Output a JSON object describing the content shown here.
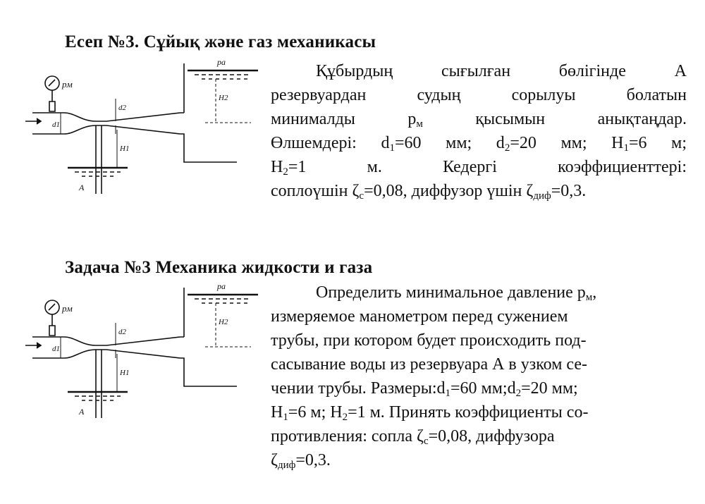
{
  "section_kz": {
    "title": "Есеп №3. Сұйық және газ механикасы",
    "lines": [
      [
        "Құбырдың сығылған бөлігінде А"
      ],
      [
        "резервуардан судың сорылуы болатын"
      ],
      [
        "минималды р",
        "м",
        " қысымын анықтаңдар."
      ],
      [
        "Өлшемдері: d",
        "1",
        "=60 мм; d",
        "2",
        "=20 мм; H",
        "1",
        "=6 м;"
      ],
      [
        "H",
        "2",
        "=1 м. Кедергі коэффициенттері:"
      ],
      [
        "соплоүшін ζ",
        "c",
        "=0,08, диффузор үшін ζ",
        "диф",
        "=0,3."
      ]
    ]
  },
  "section_ru": {
    "title": "Задача №3 Механика жидкости и газа",
    "lines": [
      [
        "Определить минимальное давление р",
        "м",
        ","
      ],
      [
        "измеряемое манометром перед сужением"
      ],
      [
        "трубы, при котором будет происходить под-"
      ],
      [
        "сасывание воды из резервуара А в узком се-"
      ],
      [
        "чении трубы. Размеры:d",
        "1",
        "=60 мм;d",
        "2",
        "=20 мм;"
      ],
      [
        "H",
        "1",
        "=6 м; H",
        "2",
        "=1 м. Принять коэффициенты со-"
      ],
      [
        "противления: сопла ζ",
        "c",
        "=0,08, диффузора"
      ],
      [
        "ζ",
        "диф",
        "=0,3."
      ]
    ]
  },
  "diagram_labels": {
    "gauge": "pм",
    "atm": "pa",
    "d1": "d1",
    "d2": "d2",
    "H1": "H1",
    "H2": "H2",
    "reservoir": "A"
  }
}
